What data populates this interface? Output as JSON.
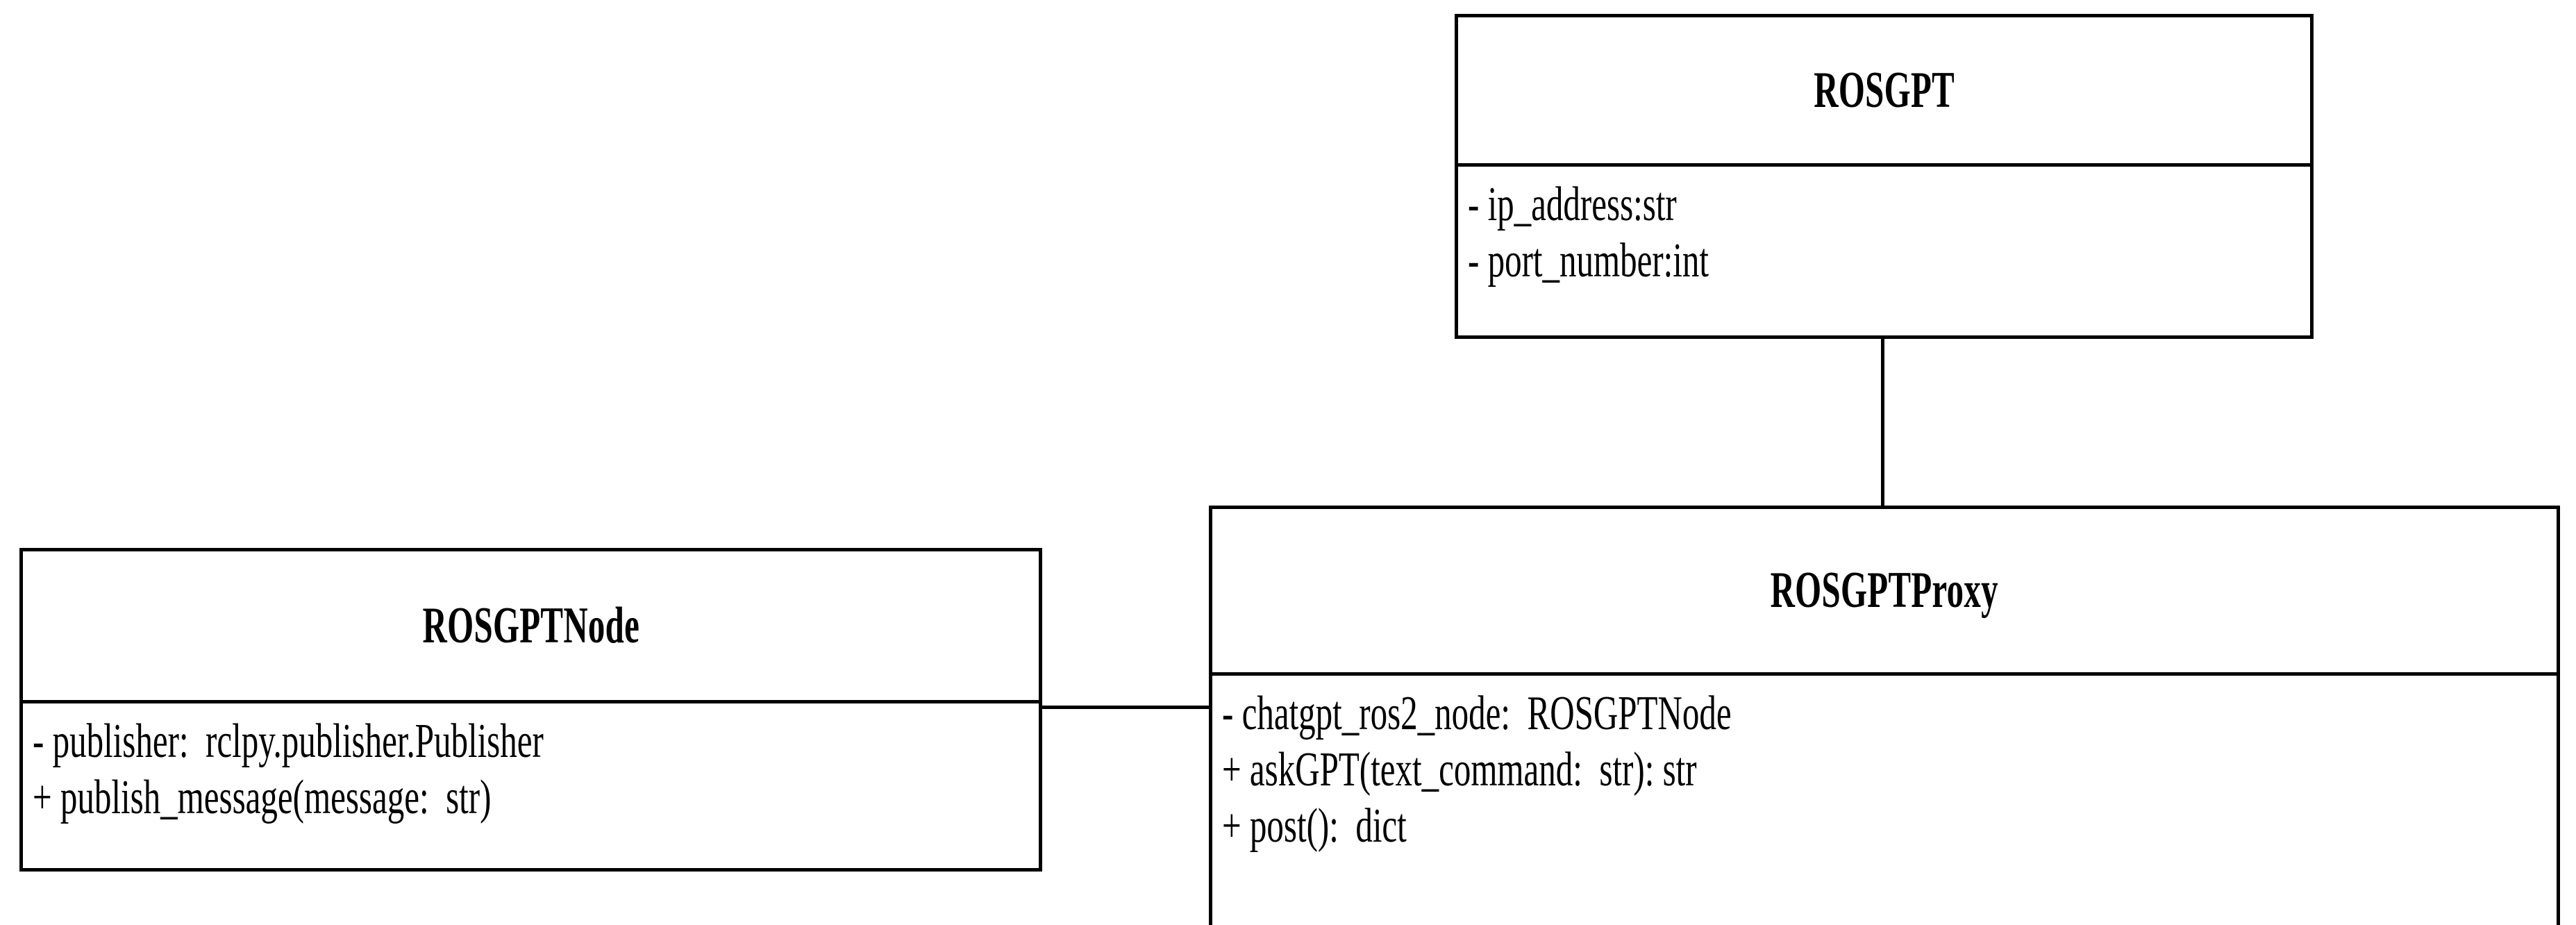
{
  "diagram": {
    "type": "uml-class-diagram",
    "background_color": "#ffffff",
    "line_color": "#000000",
    "classes": [
      {
        "id": "rosgpt",
        "name": "ROSGPT",
        "members": [
          "- ip_address:str",
          "- port_number:int"
        ]
      },
      {
        "id": "rosgptnode",
        "name": "ROSGPTNode",
        "members": [
          "- publisher:  rclpy.publisher.Publisher",
          "+ publish_message(message:  str)"
        ]
      },
      {
        "id": "rosgptproxy",
        "name": "ROSGPTProxy",
        "members": [
          "- chatgpt_ros2_node:  ROSGPTNode",
          "+ askGPT(text_command:  str): str",
          "+ post():  dict"
        ]
      }
    ],
    "connectors": [
      {
        "id": "rosgpt-proxy",
        "from": "rosgpt",
        "to": "rosgptproxy",
        "orientation": "vertical"
      },
      {
        "id": "node-proxy",
        "from": "rosgptnode",
        "to": "rosgptproxy",
        "orientation": "horizontal"
      }
    ]
  }
}
